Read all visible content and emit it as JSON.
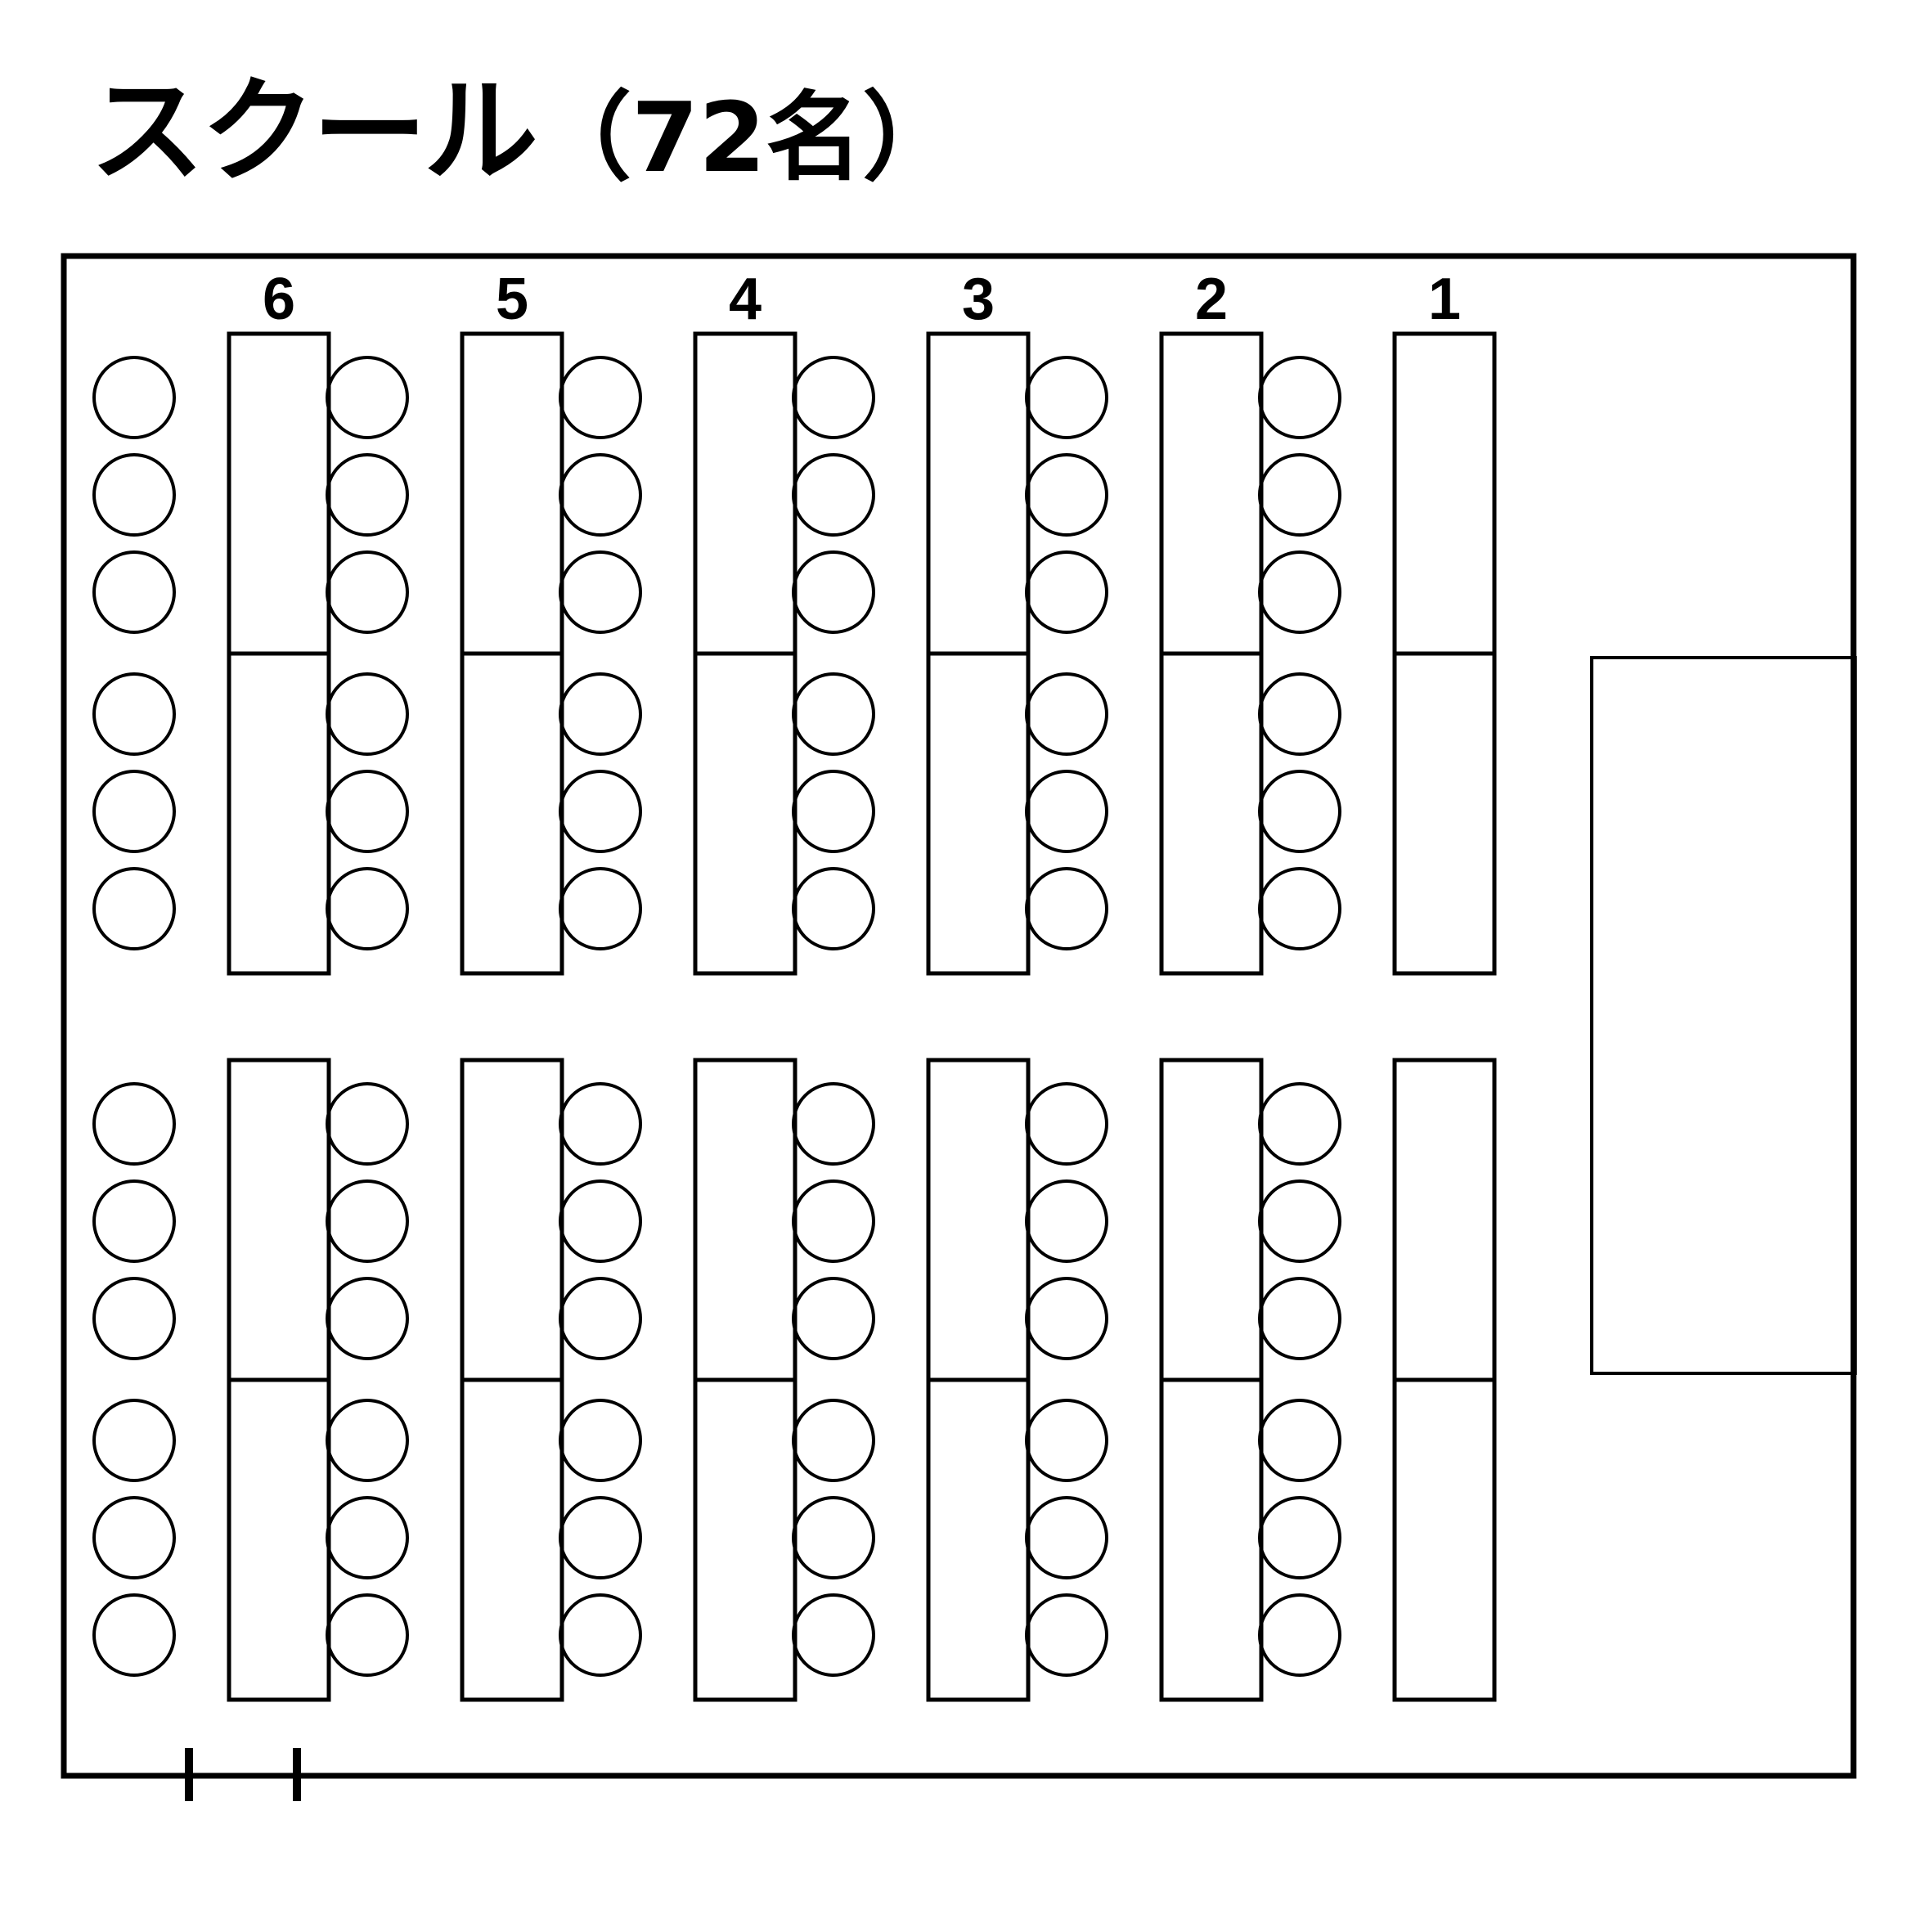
{
  "title": {
    "main": "スクール",
    "capacity": "（72名）"
  },
  "layout": {
    "style": "school",
    "columns": [
      "6",
      "5",
      "4",
      "3",
      "2",
      "1"
    ],
    "blocks": 2,
    "tables_per_column_per_block": 2,
    "chairs_per_table": 3,
    "total_seats": 72
  },
  "colors": {
    "line": "#000000",
    "background": "#ffffff"
  }
}
